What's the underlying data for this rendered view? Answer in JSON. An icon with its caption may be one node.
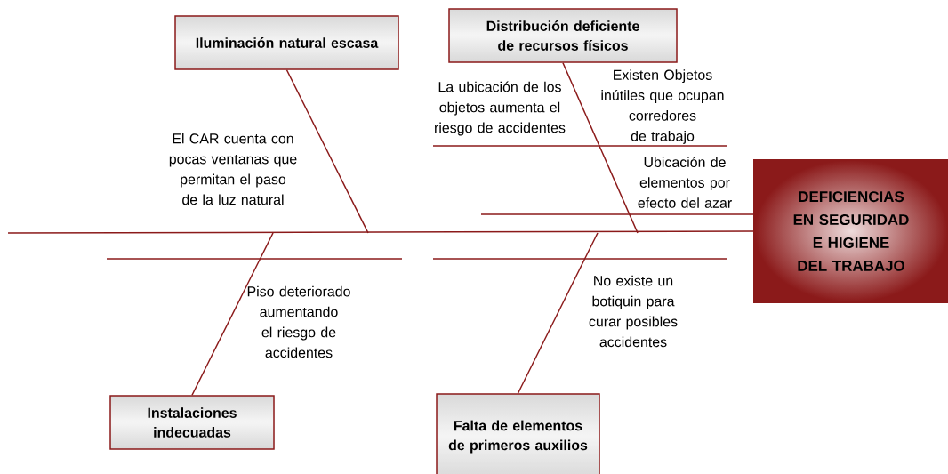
{
  "diagram": {
    "nodes": [
      {
        "text": [
          "Iluminación natural escasa"
        ]
      },
      {
        "text": [
          "Distribución deficiente de recursos físicos"
        ]
      },
      {
        "text": [
          "Instalaciones indecuadas"
        ]
      },
      {
        "text": [
          "Falta de elementos de primeros auxilios"
        ]
      },
      {
        "text": [
          "DEFICIENCIAS EN SEGURIDAD E HIGIENE DEL TRABAJO"
        ]
      }
    ],
    "edges": [
      {
        "from": 0,
        "to": null,
        "arrow": "none"
      },
      {
        "from": 1,
        "to": null,
        "arrow": "none"
      },
      {
        "from": 2,
        "to": null,
        "arrow": "none"
      },
      {
        "from": 3,
        "to": null,
        "arrow": "none"
      },
      {
        "from": null,
        "to": 4,
        "arrow": "none"
      }
    ],
    "labels": [
      "El CAR cuenta con pocas ventanas que permitan el paso de la luz natural",
      "La ubicación de los objetos aumenta el riesgo de accidentes",
      "Existen Objetos inútiles que ocupan corredores de trabajo",
      "Ubicación de elementos por efecto del azar",
      "Piso deteriorado aumentando el riesgo de accidentes",
      "No existe un botiquin para curar posibles accidentes"
    ]
  }
}
